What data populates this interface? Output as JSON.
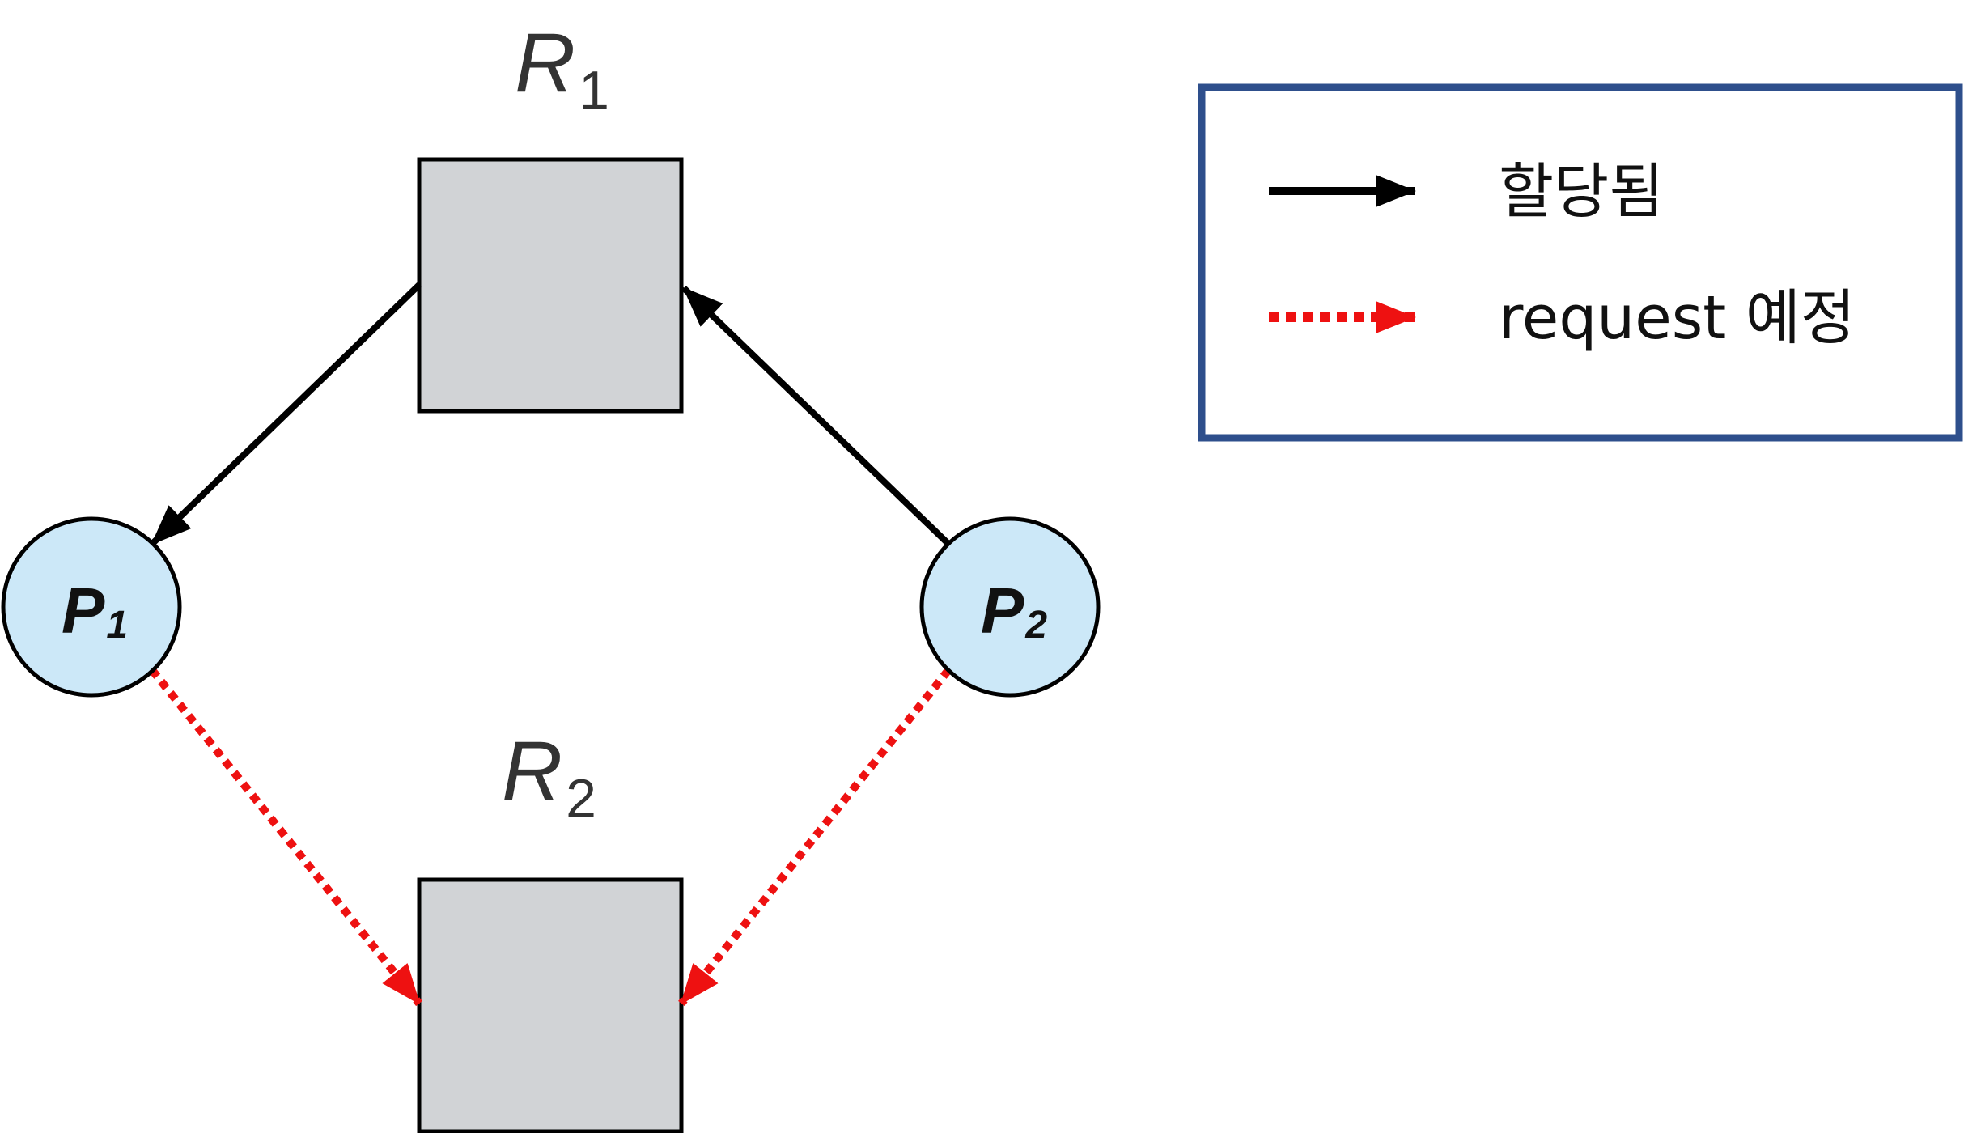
{
  "diagram": {
    "resources": [
      {
        "id": "R1",
        "letter": "R",
        "subscript": "1",
        "fill": "#d1d3d6"
      },
      {
        "id": "R2",
        "letter": "R",
        "subscript": "2",
        "fill": "#d1d3d6"
      }
    ],
    "processes": [
      {
        "id": "P1",
        "letter": "P",
        "subscript": "1",
        "fill": "#cce8f8"
      },
      {
        "id": "P2",
        "letter": "P",
        "subscript": "2",
        "fill": "#cce8f8"
      }
    ],
    "edges": [
      {
        "from": "R1",
        "to": "P1",
        "kind": "assigned"
      },
      {
        "from": "P2",
        "to": "R1",
        "kind": "assigned"
      },
      {
        "from": "P1",
        "to": "R2",
        "kind": "request"
      },
      {
        "from": "P2",
        "to": "R2",
        "kind": "request"
      }
    ]
  },
  "legend": {
    "border_color": "#2e4f8c",
    "items": [
      {
        "kind": "assigned",
        "label": "할당됨",
        "color": "#000000",
        "style": "solid"
      },
      {
        "kind": "request",
        "label": "request 예정",
        "color": "#ee1111",
        "style": "dotted"
      }
    ]
  }
}
